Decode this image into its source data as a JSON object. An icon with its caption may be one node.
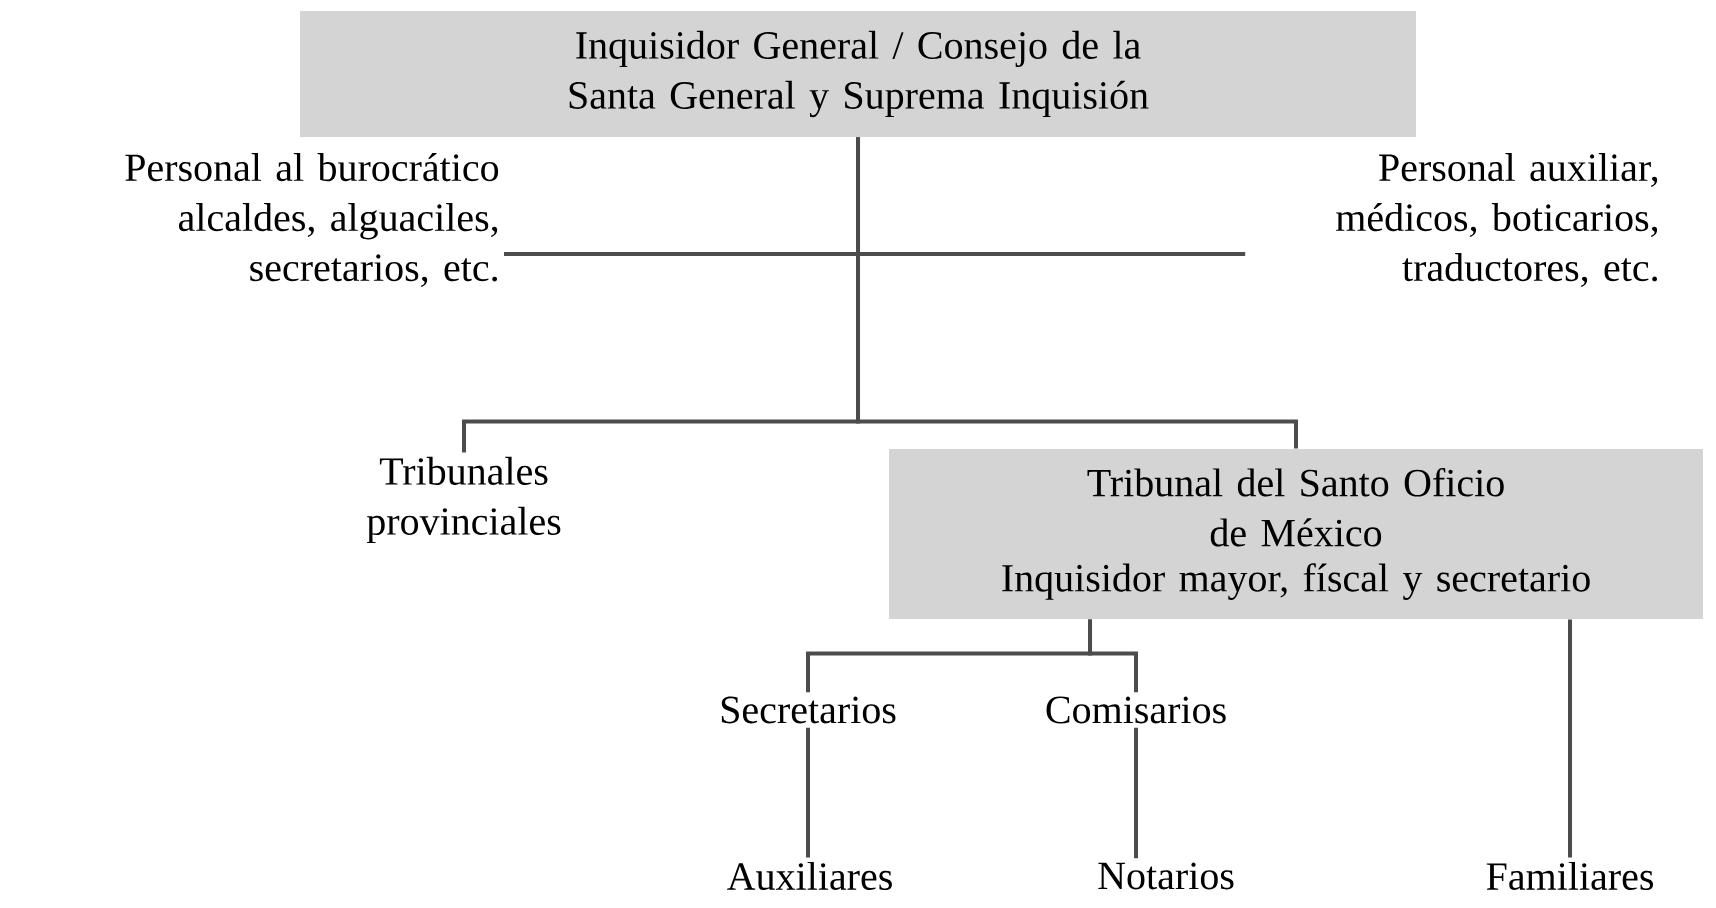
{
  "diagram": {
    "nodes": [
      {
        "text": [
          "Inquisidor General / Consejo de la Santa General y Suprema Inquisión"
        ]
      },
      {
        "text": [
          "Personal al burocrático alcaldes, alguaciles, secretarios, etc."
        ]
      },
      {
        "text": [
          "Personal auxiliar, médicos, boticarios, traductores, etc."
        ]
      },
      {
        "text": [
          "Tribunales provinciales"
        ]
      },
      {
        "text": [
          "Tribunal del Santo Oficio de México",
          "Inquisidor mayor, físcal y secretario"
        ]
      },
      {
        "text": [
          "Secretarios"
        ]
      },
      {
        "text": [
          "Comisarios"
        ]
      },
      {
        "text": [
          "Auxiliares"
        ]
      },
      {
        "text": [
          "Notarios"
        ]
      },
      {
        "text": [
          "Familiares"
        ]
      }
    ],
    "edges": [
      {
        "from": 0,
        "to": 1,
        "arrow": "none"
      },
      {
        "from": 0,
        "to": 2,
        "arrow": "none"
      },
      {
        "from": 0,
        "to": 3,
        "arrow": "none"
      },
      {
        "from": 0,
        "to": 4,
        "arrow": "none"
      },
      {
        "from": 4,
        "to": 5,
        "arrow": "none"
      },
      {
        "from": 4,
        "to": 6,
        "arrow": "none"
      },
      {
        "from": 4,
        "to": 9,
        "arrow": "none"
      },
      {
        "from": 5,
        "to": 7,
        "arrow": "none"
      },
      {
        "from": 6,
        "to": 8,
        "arrow": "none"
      }
    ]
  }
}
